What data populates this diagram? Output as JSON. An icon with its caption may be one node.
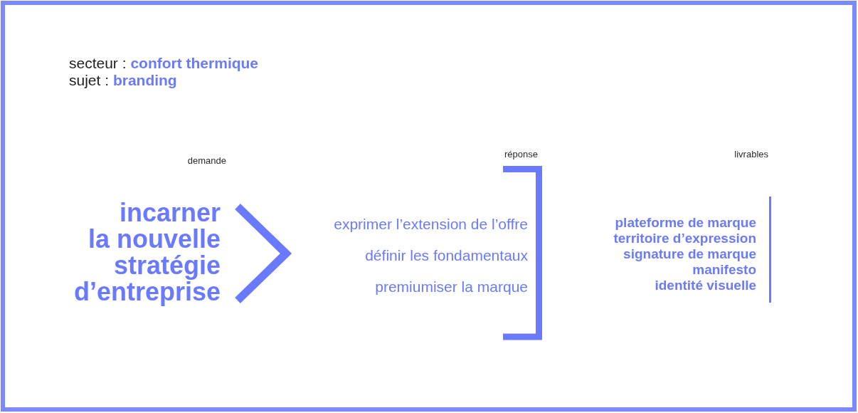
{
  "diagram": {
    "nodes": [
      {
        "text": [
          "demande",
          "incarner la nouvelle stratégie d’entreprise"
        ]
      },
      {
        "text": [
          "réponse",
          "exprimer l’extension de l’offre",
          "définir les fondamentaux",
          "premiumiser la marque"
        ]
      },
      {
        "text": [
          "livrables",
          "plateforme de marque",
          "territoire d’expression",
          "signature de marque",
          "manifesto",
          "identité visuelle"
        ]
      }
    ],
    "edges": [
      {
        "from": 0,
        "to": 1,
        "arrow": "to"
      }
    ],
    "labels": [
      "secteur : **confort thermique**",
      "sujet : **branding**"
    ]
  }
}
